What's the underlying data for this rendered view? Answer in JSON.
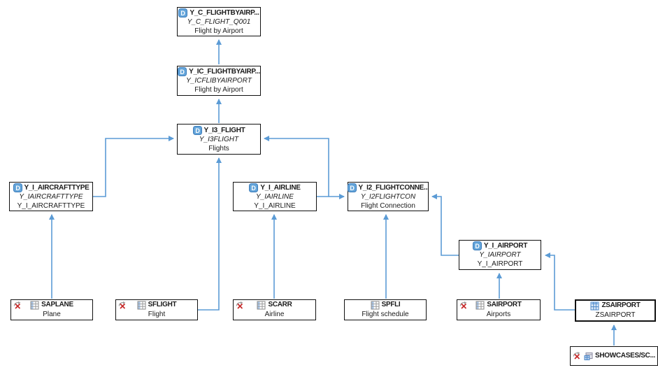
{
  "diagram": {
    "type": "cds-dependency-graph",
    "edge_color": "#5b9bd5",
    "node_border_color": "#111111",
    "nodes": [
      {
        "title": "Y_C_FLIGHTBYAIRP...",
        "subtitle": "Y_C_FLIGHT_Q001",
        "description": "Flight by Airport",
        "icon": "ddls-icon"
      },
      {
        "title": "Y_IC_FLIGHTBYAIRP...",
        "subtitle": "Y_ICFLIBYAIRPORT",
        "description": "Flight by Airport",
        "icon": "ddls-icon"
      },
      {
        "title": "Y_I3_FLIGHT",
        "subtitle": "Y_I3FLIGHT",
        "description": "Flights",
        "icon": "ddls-icon"
      },
      {
        "title": "Y_I_AIRCRAFTTYPE",
        "subtitle": "Y_IAIRCRAFTTYPE",
        "description": "Y_I_AIRCRAFTTYPE",
        "icon": "ddls-icon"
      },
      {
        "title": "Y_I_AIRLINE",
        "subtitle": "Y_IAIRLINE",
        "description": "Y_I_AIRLINE",
        "icon": "ddls-icon"
      },
      {
        "title": "Y_I2_FLIGHTCONNE...",
        "subtitle": "Y_I2FLIGHTCON",
        "description": "Flight Connection",
        "icon": "ddls-icon"
      },
      {
        "title": "Y_I_AIRPORT",
        "subtitle": "Y_IAIRPORT",
        "description": "Y_I_AIRPORT",
        "icon": "ddls-icon"
      }
    ],
    "tables": [
      {
        "title": "SAPLANE",
        "description": "Plane",
        "icon": "table-icon",
        "error_badge": true
      },
      {
        "title": "SFLIGHT",
        "description": "Flight",
        "icon": "table-icon",
        "error_badge": true
      },
      {
        "title": "SCARR",
        "description": "Airline",
        "icon": "table-icon",
        "error_badge": true
      },
      {
        "title": "SPFLI",
        "description": "Flight schedule",
        "icon": "table-icon",
        "error_badge": false
      },
      {
        "title": "SAIRPORT",
        "description": "Airports",
        "icon": "table-icon",
        "error_badge": true
      },
      {
        "title": "ZSAIRPORT",
        "description": "ZSAIRPORT",
        "icon": "structure-icon",
        "error_badge": false
      },
      {
        "title": "SHOWCASES/SC...",
        "description": "",
        "icon": "package-object-icon",
        "error_badge": true
      }
    ],
    "edges": [
      {
        "from": "Y_IC_FLIGHTBYAIRP...",
        "to": "Y_C_FLIGHTBYAIRP..."
      },
      {
        "from": "Y_I3_FLIGHT",
        "to": "Y_IC_FLIGHTBYAIRP..."
      },
      {
        "from": "Y_I_AIRCRAFTTYPE",
        "to": "Y_I3_FLIGHT"
      },
      {
        "from": "Y_I_AIRLINE",
        "to": "Y_I3_FLIGHT"
      },
      {
        "from": "Y_I_AIRLINE",
        "to": "Y_I2_FLIGHTCONNE..."
      },
      {
        "from": "Y_I_AIRPORT",
        "to": "Y_I2_FLIGHTCONNE..."
      },
      {
        "from": "SAPLANE",
        "to": "Y_I_AIRCRAFTTYPE"
      },
      {
        "from": "SFLIGHT",
        "to": "Y_I3_FLIGHT"
      },
      {
        "from": "SCARR",
        "to": "Y_I_AIRLINE"
      },
      {
        "from": "SPFLI",
        "to": "Y_I2_FLIGHTCONNE..."
      },
      {
        "from": "SAIRPORT",
        "to": "Y_I_AIRPORT"
      },
      {
        "from": "ZSAIRPORT",
        "to": "Y_I_AIRPORT"
      },
      {
        "from": "SHOWCASES/SC...",
        "to": "ZSAIRPORT"
      }
    ]
  }
}
